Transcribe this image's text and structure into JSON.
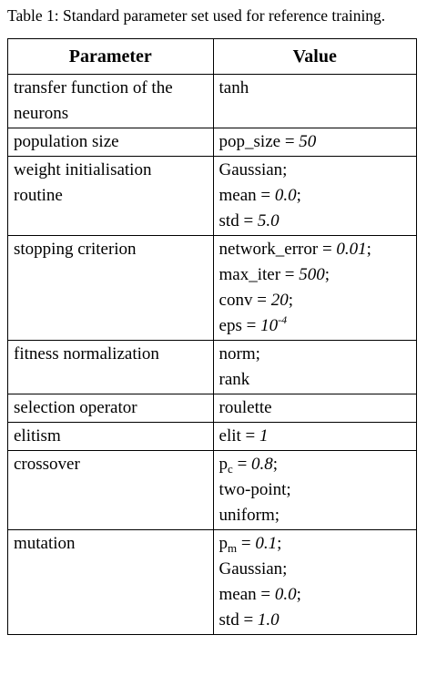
{
  "caption": "Table 1: Standard parameter set used for reference training.",
  "headers": {
    "parameter": "Parameter",
    "value": "Value"
  },
  "rows": [
    {
      "parameter": [
        "transfer function of the",
        "neurons"
      ],
      "value": [
        {
          "text": "tanh"
        }
      ]
    },
    {
      "parameter": [
        "population size"
      ],
      "value": [
        {
          "text": "pop_size = ",
          "val": "50"
        }
      ]
    },
    {
      "parameter": [
        "weight initialisation",
        "routine"
      ],
      "value": [
        {
          "text": "Gaussian;"
        },
        {
          "text": "mean = ",
          "val": "0.0",
          "tail": ";"
        },
        {
          "text": "std = ",
          "val": "5.0"
        }
      ]
    },
    {
      "parameter": [
        "stopping criterion"
      ],
      "value": [
        {
          "text": "network_error = ",
          "val": "0.01",
          "tail": ";"
        },
        {
          "text": "max_iter = ",
          "val": "500",
          "tail": ";"
        },
        {
          "text": "conv = ",
          "val": "20",
          "tail": ";"
        },
        {
          "text": "eps = ",
          "val": "10",
          "sup": "-4"
        }
      ]
    },
    {
      "parameter": [
        "fitness normalization"
      ],
      "value": [
        {
          "text": "norm;"
        },
        {
          "text": "rank"
        }
      ]
    },
    {
      "parameter": [
        "selection operator"
      ],
      "value": [
        {
          "text": "roulette"
        }
      ]
    },
    {
      "parameter": [
        "elitism"
      ],
      "value": [
        {
          "text": "elit = ",
          "val": "1"
        }
      ]
    },
    {
      "parameter": [
        "crossover"
      ],
      "value": [
        {
          "text": "p",
          "sub": "c",
          "text2": " = ",
          "val": "0.8",
          "tail": ";"
        },
        {
          "text": "two-point;"
        },
        {
          "text": "uniform;"
        }
      ]
    },
    {
      "parameter": [
        "mutation"
      ],
      "value": [
        {
          "text": "p",
          "sub": "m",
          "text2": " = ",
          "val": "0.1",
          "tail": ";"
        },
        {
          "text": "Gaussian;"
        },
        {
          "text": "mean = ",
          "val": "0.0",
          "tail": ";"
        },
        {
          "text": "std = ",
          "val": "1.0"
        }
      ]
    }
  ]
}
